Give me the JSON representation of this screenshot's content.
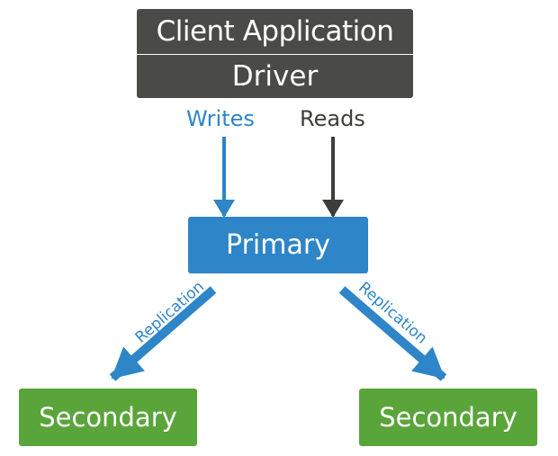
{
  "nodes": {
    "client": {
      "label": "Client Application"
    },
    "driver": {
      "label": "Driver"
    },
    "primary": {
      "label": "Primary"
    },
    "secondaries": [
      {
        "label": "Secondary"
      },
      {
        "label": "Secondary"
      }
    ]
  },
  "edges": {
    "writes": {
      "label": "Writes"
    },
    "reads": {
      "label": "Reads"
    },
    "replication_left": {
      "label": "Replication"
    },
    "replication_right": {
      "label": "Replication"
    }
  },
  "colors": {
    "client_box": "#4a4a47",
    "driver_box": "#4a4a47",
    "primary_box": "#2e85c7",
    "secondary_box": "#5aa53a",
    "writes": "#2e85c7",
    "reads": "#3d3d3a",
    "replication": "#2e85c7"
  }
}
